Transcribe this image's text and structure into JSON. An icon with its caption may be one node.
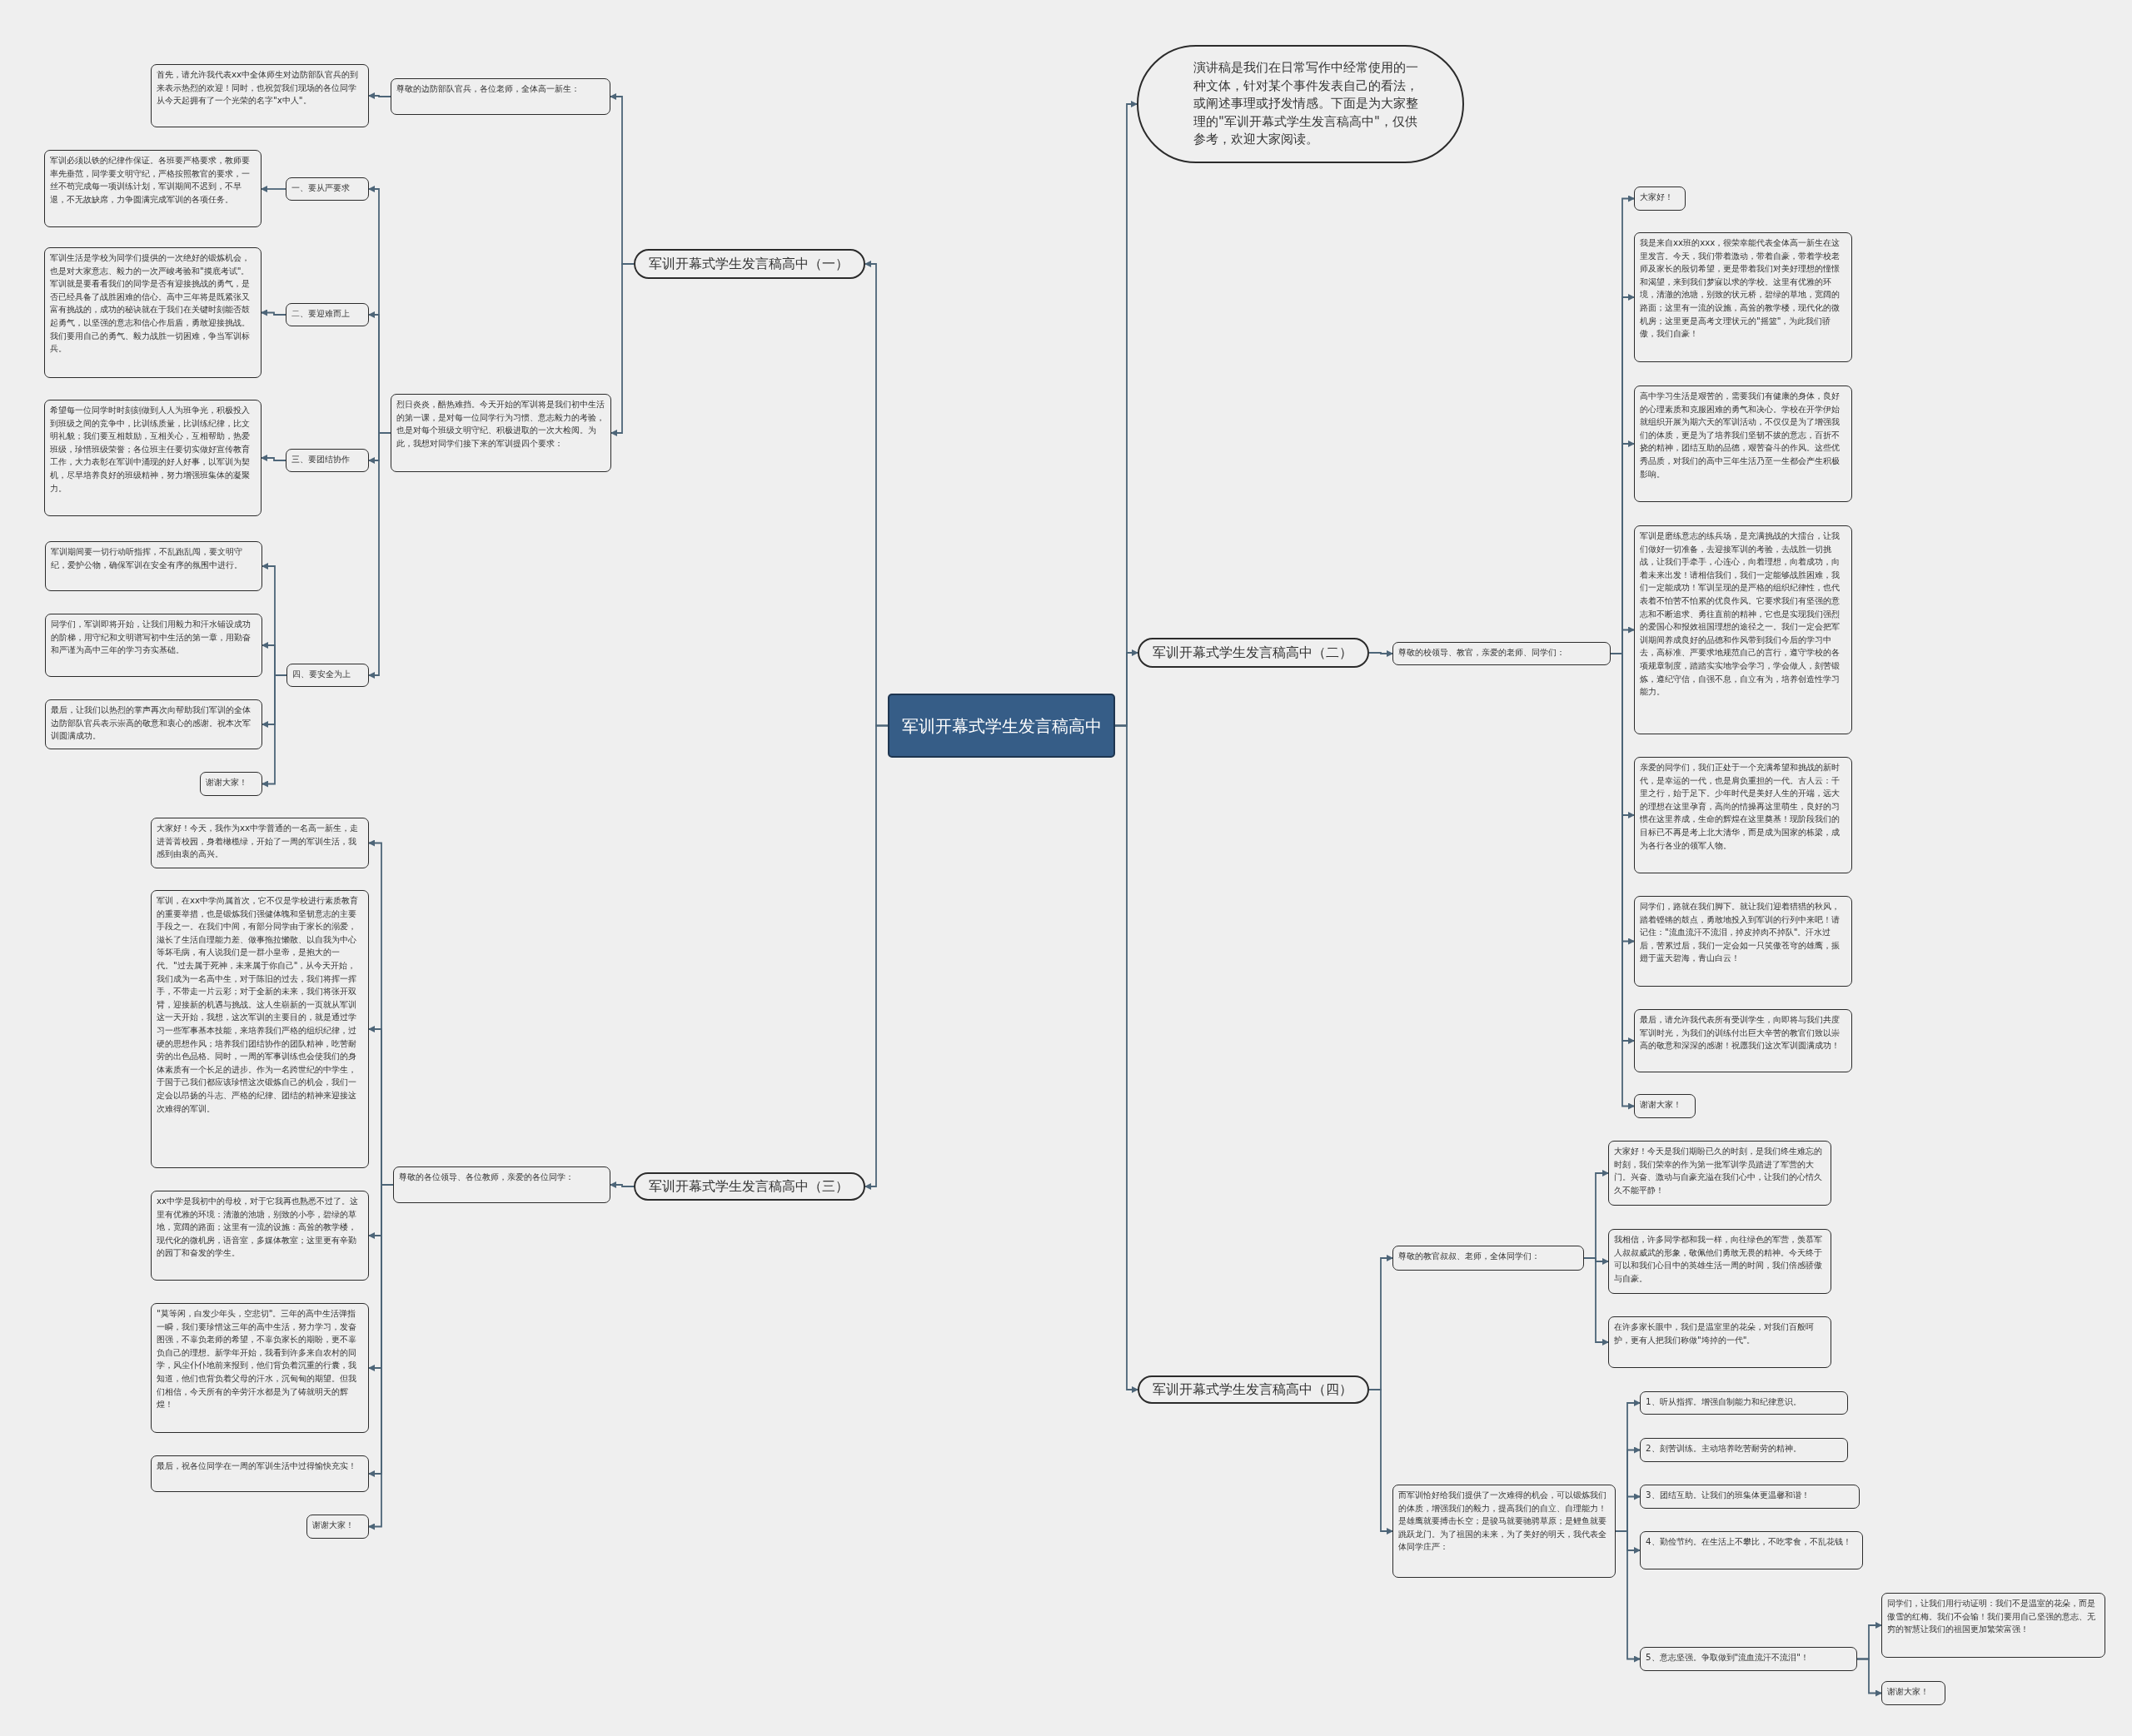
{
  "diagram": {
    "nodes": [
      {
        "text": [
          "军训开幕式学生发言稿高中"
        ]
      },
      {
        "text": [
          "演讲稿是我们在日常写作中经常使用的一种文体，针对某个事件发表自己的看法，或阐述事理或抒发情感。下面是为大家整理的\"军训开幕式学生发言稿高中\"，仅供参考，欢迎大家阅读。"
        ]
      },
      {
        "text": [
          "军训开幕式学生发言稿高中（一）"
        ]
      },
      {
        "text": [
          "尊敬的边防部队官兵，各位老师，全体高一新生："
        ]
      },
      {
        "text": [
          "首先，请允许我代表xx中全体师生对边防部队官兵的到来表示热烈的欢迎！同时，也祝贺我们现场的各位同学从今天起拥有了一个光荣的名字\"x中人\"。"
        ]
      },
      {
        "text": [
          "烈日炎炎，酷热难挡。今天开始的军训将是我们初中生活的第一课，是对每一位同学行为习惯、意志毅力的考验，也是对每个班级文明守纪、积极进取的一次大检阅。为此，我想对同学们接下来的军训提四个要求："
        ]
      },
      {
        "text": [
          "一、要从严要求"
        ]
      },
      {
        "text": [
          "军训必须以铁的纪律作保证。各班要严格要求，教师要率先垂范，同学要文明守纪，严格按照教官的要求，一丝不苟完成每一项训练计划，军训期间不迟到，不早退，不无故缺席，力争圆满完成军训的各项任务。"
        ]
      },
      {
        "text": [
          "二、要迎难而上"
        ]
      },
      {
        "text": [
          "军训生活是学校为同学们提供的一次绝好的锻炼机会，也是对大家意志、毅力的一次严峻考验和\"摸底考试\"。军训就是要看看我们的同学是否有迎接挑战的勇气，是否已经具备了战胜困难的信心。高中三年将是既紧张又富有挑战的，成功的秘诀就在于我们在关键时刻能否鼓起勇气，以坚强的意志和信心作后盾，勇敢迎接挑战。我们要用自己的勇气、毅力战胜一切困难，争当军训标兵。"
        ]
      },
      {
        "text": [
          "三、要团结协作"
        ]
      },
      {
        "text": [
          "希望每一位同学时时刻刻做到人人为班争光，积极投入到班级之间的竞争中，比训练质量，比训练纪律，比文明礼貌；我们要互相鼓励，互相关心，互相帮助，热爱班级，珍惜班级荣誉；各位班主任要切实做好宣传教育工作，大力表彰在军训中涌现的好人好事，以军训为契机，尽早培养良好的班级精神，努力增强班集体的凝聚力。"
        ]
      },
      {
        "text": [
          "四、要安全为上"
        ]
      },
      {
        "text": [
          "军训期间要一切行动听指挥，不乱跑乱闯，要文明守纪，爱护公物，确保军训在安全有序的氛围中进行。"
        ]
      },
      {
        "text": [
          "同学们，军训即将开始，让我们用毅力和汗水铺设成功的阶梯，用守纪和文明谱写初中生活的第一章，用勤奋和严谨为高中三年的学习夯实基础。"
        ]
      },
      {
        "text": [
          "最后，让我们以热烈的掌声再次向帮助我们军训的全体边防部队官兵表示崇高的敬意和衷心的感谢。祝本次军训圆满成功。"
        ]
      },
      {
        "text": [
          "谢谢大家！"
        ]
      },
      {
        "text": [
          "军训开幕式学生发言稿高中（三）"
        ]
      },
      {
        "text": [
          "尊敬的各位领导、各位教师，亲爱的各位同学："
        ]
      },
      {
        "text": [
          "大家好！今天，我作为xx中学普通的一名高一新生，走进菁菁校园，身着橄榄绿，开始了一周的军训生活，我感到由衷的高兴。"
        ]
      },
      {
        "text": [
          "军训，在xx中学尚属首次，它不仅是学校进行素质教育的重要举措，也是锻炼我们强健体魄和坚韧意志的主要手段之一。在我们中间，有部分同学由于家长的溺爱，滋长了生活自理能力差、做事拖拉懒散、以自我为中心等坏毛病，有人说我们是一群小皇帝，是抱大的一代。\"过去属于死神，未来属于你自己\"，从今天开始，我们成为一名高中生，对于陈旧的过去，我们将挥一挥手，不带走一片云彩；对于全新的未来，我们将张开双臂，迎接新的机遇与挑战。这人生崭新的一页就从军训这一天开始，我想，这次军训的主要目的，就是通过学习一些军事基本技能，来培养我们严格的组织纪律，过硬的思想作风；培养我们团结协作的团队精神，吃苦耐劳的出色品格。同时，一周的军事训练也会使我们的身体素质有一个长足的进步。作为一名跨世纪的中学生，于国于己我们都应该珍惜这次锻炼自己的机会，我们一定会以昂扬的斗志、严格的纪律、团结的精神来迎接这次难得的军训。"
        ]
      },
      {
        "text": [
          "xx中学是我初中的母校，对于它我再也熟悉不过了。这里有优雅的环境：清澈的池塘，别致的小亭，碧绿的草地，宽阔的路面；这里有一流的设施：高耸的教学楼，现代化的微机房，语音室，多媒体教室；这里更有辛勤的园丁和奋发的学生。"
        ]
      },
      {
        "text": [
          "\"莫等闲，白发少年头，空悲切\"。三年的高中生活弹指一瞬，我们要珍惜这三年的高中生活，努力学习，发奋图强，不辜负老师的希望，不辜负家长的期盼，更不辜负自己的理想。新学年开始，我看到许多来自农村的同学，风尘仆仆地前来报到，他们背负着沉重的行囊，我知道，他们也背负着父母的汗水，沉甸甸的期望。但我们相信，今天所有的辛劳汗水都是为了铸就明天的辉煌！"
        ]
      },
      {
        "text": [
          "最后，祝各位同学在一周的军训生活中过得愉快充实！"
        ]
      },
      {
        "text": [
          "谢谢大家！"
        ]
      },
      {
        "text": [
          "军训开幕式学生发言稿高中（二）"
        ]
      },
      {
        "text": [
          "尊敬的校领导、教官，亲爱的老师、同学们："
        ]
      },
      {
        "text": [
          "大家好！"
        ]
      },
      {
        "text": [
          "我是来自xx班的xxx，很荣幸能代表全体高一新生在这里发言。今天，我们带着激动，带着自豪，带着学校老师及家长的殷切希望，更是带着我们对美好理想的憧憬和渴望，来到我们梦寐以求的学校。这里有优雅的环境，清澈的池塘，别致的状元桥，碧绿的草地，宽阔的路面；这里有一流的设施，高耸的教学楼，现代化的微机房；这里更是高考文理状元的\"摇篮\"，为此我们骄傲，我们自豪！"
        ]
      },
      {
        "text": [
          "高中学习生活是艰苦的，需要我们有健康的身体，良好的心理素质和克服困难的勇气和决心。学校在开学伊始就组织开展为期六天的军训活动，不仅仅是为了增强我们的体质，更是为了培养我们坚韧不拔的意志，百折不挠的精神，团结互助的品德，艰苦奋斗的作风。这些优秀品质，对我们的高中三年生活乃至一生都会产生积极影响。"
        ]
      },
      {
        "text": [
          "军训是磨练意志的练兵场，是充满挑战的大擂台，让我们做好一切准备，去迎接军训的考验，去战胜一切挑战，让我们手牵手，心连心，向着理想，向着成功，向着未来出发！请相信我们，我们一定能够战胜困难，我们一定能成功！军训呈现的是严格的组织纪律性，也代表着不怕苦不怕累的优良作风。它要求我们有坚强的意志和不断追求、勇往直前的精神，它也是实现我们强烈的爱国心和报效祖国理想的途径之一。我们一定会把军训期间养成良好的品德和作风带到我们今后的学习中去，高标准、严要求地规范自己的言行，遵守学校的各项规章制度，踏踏实实地学会学习，学会做人，刻苦锻炼，遵纪守信，自强不息，自立有为，培养创造性学习能力。"
        ]
      },
      {
        "text": [
          "亲爱的同学们，我们正处于一个充满希望和挑战的新时代，是幸运的一代，也是肩负重担的一代。古人云：千里之行，始于足下。少年时代是美好人生的开端，远大的理想在这里孕育，高尚的情操再这里萌生，良好的习惯在这里养成，生命的辉煌在这里奠基！现阶段我们的目标已不再是考上北大清华，而是成为国家的栋梁，成为各行各业的领军人物。"
        ]
      },
      {
        "text": [
          "同学们，路就在我们脚下。就让我们迎着猎猎的秋风，踏着铿锵的鼓点，勇敢地投入到军训的行列中来吧！请记住：\"流血流汗不流泪，掉皮掉肉不掉队\"。汗水过后，苦累过后，我们一定会如一只笑傲苍穹的雄鹰，振翅于蓝天碧海，青山白云！"
        ]
      },
      {
        "text": [
          "最后，请允许我代表所有受训学生，向即将与我们共度军训时光，为我们的训练付出巨大辛苦的教官们致以崇高的敬意和深深的感谢！祝愿我们这次军训圆满成功！"
        ]
      },
      {
        "text": [
          "谢谢大家！"
        ]
      },
      {
        "text": [
          "军训开幕式学生发言稿高中（四）"
        ]
      },
      {
        "text": [
          "尊敬的教官叔叔、老师，全体同学们："
        ]
      },
      {
        "text": [
          "大家好！今天是我们期盼已久的时刻，是我们终生难忘的时刻，我们荣幸的作为第一批军训学员踏进了军营的大门。兴奋、激动与自豪充溢在我们心中，让我们的心情久久不能平静！"
        ]
      },
      {
        "text": [
          "我相信，许多同学都和我一样，向往绿色的军营，羡慕军人叔叔威武的形象，敬佩他们勇敢无畏的精神。今天终于可以和我们心目中的英雄生活一周的时间，我们倍感骄傲与自豪。"
        ]
      },
      {
        "text": [
          "在许多家长眼中，我们是温室里的花朵，对我们百般呵护，更有人把我们称做\"垮掉的一代\"。"
        ]
      },
      {
        "text": [
          "而军训恰好给我们提供了一次难得的机会，可以锻炼我们的体质，增强我们的毅力，提高我们的自立、自理能力！是雄鹰就要搏击长空；是骏马就要驰骋草原；是鲤鱼就要跳跃龙门。为了祖国的未来，为了美好的明天，我代表全体同学庄严："
        ]
      },
      {
        "text": [
          "1、听从指挥。增强自制能力和纪律意识。"
        ]
      },
      {
        "text": [
          "2、刻苦训练。主动培养吃苦耐劳的精神。"
        ]
      },
      {
        "text": [
          "3、团结互助。让我们的班集体更温馨和谐！"
        ]
      },
      {
        "text": [
          "4、勤俭节约。在生活上不攀比，不吃零食，不乱花钱！"
        ]
      },
      {
        "text": [
          "5、意志坚强。争取做到\"流血流汗不流泪\"！"
        ]
      },
      {
        "text": [
          "同学们，让我们用行动证明：我们不是温室的花朵，而是傲雪的红梅。我们不会输！我们要用自己坚强的意志、无穷的智慧让我们的祖国更加繁荣富强！"
        ]
      },
      {
        "text": [
          "谢谢大家！"
        ]
      }
    ],
    "edges": [
      {
        "from": 0,
        "to": 1,
        "arrow": "to"
      },
      {
        "from": 0,
        "to": 2,
        "arrow": "to"
      },
      {
        "from": 0,
        "to": 17,
        "arrow": "to"
      },
      {
        "from": 0,
        "to": 25,
        "arrow": "to"
      },
      {
        "from": 0,
        "to": 35,
        "arrow": "to"
      },
      {
        "from": 2,
        "to": 3,
        "arrow": "to"
      },
      {
        "from": 2,
        "to": 5,
        "arrow": "to"
      },
      {
        "from": 3,
        "to": 4,
        "arrow": "to"
      },
      {
        "from": 5,
        "to": 6,
        "arrow": "to"
      },
      {
        "from": 5,
        "to": 8,
        "arrow": "to"
      },
      {
        "from": 5,
        "to": 10,
        "arrow": "to"
      },
      {
        "from": 5,
        "to": 12,
        "arrow": "to"
      },
      {
        "from": 6,
        "to": 7,
        "arrow": "to"
      },
      {
        "from": 8,
        "to": 9,
        "arrow": "to"
      },
      {
        "from": 10,
        "to": 11,
        "arrow": "to"
      },
      {
        "from": 12,
        "to": 13,
        "arrow": "to"
      },
      {
        "from": 12,
        "to": 14,
        "arrow": "to"
      },
      {
        "from": 12,
        "to": 15,
        "arrow": "to"
      },
      {
        "from": 12,
        "to": 16,
        "arrow": "to"
      },
      {
        "from": 17,
        "to": 18,
        "arrow": "to"
      },
      {
        "from": 18,
        "to": 19,
        "arrow": "to"
      },
      {
        "from": 18,
        "to": 20,
        "arrow": "to"
      },
      {
        "from": 18,
        "to": 21,
        "arrow": "to"
      },
      {
        "from": 18,
        "to": 22,
        "arrow": "to"
      },
      {
        "from": 18,
        "to": 23,
        "arrow": "to"
      },
      {
        "from": 18,
        "to": 24,
        "arrow": "to"
      },
      {
        "from": 25,
        "to": 26,
        "arrow": "to"
      },
      {
        "from": 26,
        "to": 27,
        "arrow": "to"
      },
      {
        "from": 26,
        "to": 28,
        "arrow": "to"
      },
      {
        "from": 26,
        "to": 29,
        "arrow": "to"
      },
      {
        "from": 26,
        "to": 30,
        "arrow": "to"
      },
      {
        "from": 26,
        "to": 31,
        "arrow": "to"
      },
      {
        "from": 26,
        "to": 32,
        "arrow": "to"
      },
      {
        "from": 26,
        "to": 33,
        "arrow": "to"
      },
      {
        "from": 26,
        "to": 34,
        "arrow": "to"
      },
      {
        "from": 35,
        "to": 36,
        "arrow": "to"
      },
      {
        "from": 35,
        "to": 40,
        "arrow": "to"
      },
      {
        "from": 36,
        "to": 37,
        "arrow": "to"
      },
      {
        "from": 36,
        "to": 38,
        "arrow": "to"
      },
      {
        "from": 36,
        "to": 39,
        "arrow": "to"
      },
      {
        "from": 40,
        "to": 41,
        "arrow": "to"
      },
      {
        "from": 40,
        "to": 42,
        "arrow": "to"
      },
      {
        "from": 40,
        "to": 43,
        "arrow": "to"
      },
      {
        "from": 40,
        "to": 44,
        "arrow": "to"
      },
      {
        "from": 40,
        "to": 45,
        "arrow": "to"
      },
      {
        "from": 45,
        "to": 46,
        "arrow": "to"
      },
      {
        "from": 45,
        "to": 47,
        "arrow": "to"
      }
    ]
  }
}
